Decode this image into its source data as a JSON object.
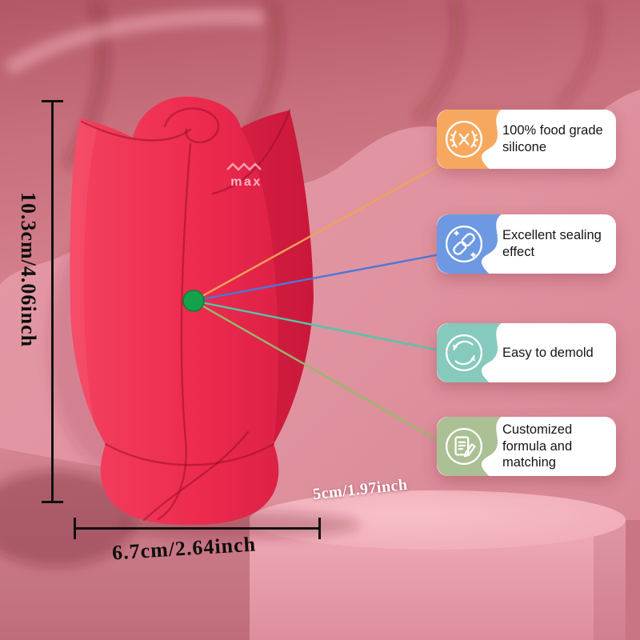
{
  "product": {
    "brand": "max"
  },
  "annotations": {
    "height": "10.3cm/4.06inch",
    "width": "6.7cm/2.64inch",
    "depth": "5cm/1.97inch",
    "dot_color": "#13a24b"
  },
  "features": [
    {
      "label": "100% food grade silicone",
      "icon": "laurel-badge-icon",
      "accent": "#f6a95e",
      "line": "#f0a259"
    },
    {
      "label": "Excellent sealing effect",
      "icon": "chain-link-icon",
      "accent": "#6d99e2",
      "line": "#4b77d6"
    },
    {
      "label": "Easy to demold",
      "icon": "recycle-arrows-icon",
      "accent": "#85cabc",
      "line": "#53c5ad"
    },
    {
      "label": "Customized formula and matching",
      "icon": "document-pencil-icon",
      "accent": "#abc094",
      "line": "#97b96a"
    }
  ]
}
